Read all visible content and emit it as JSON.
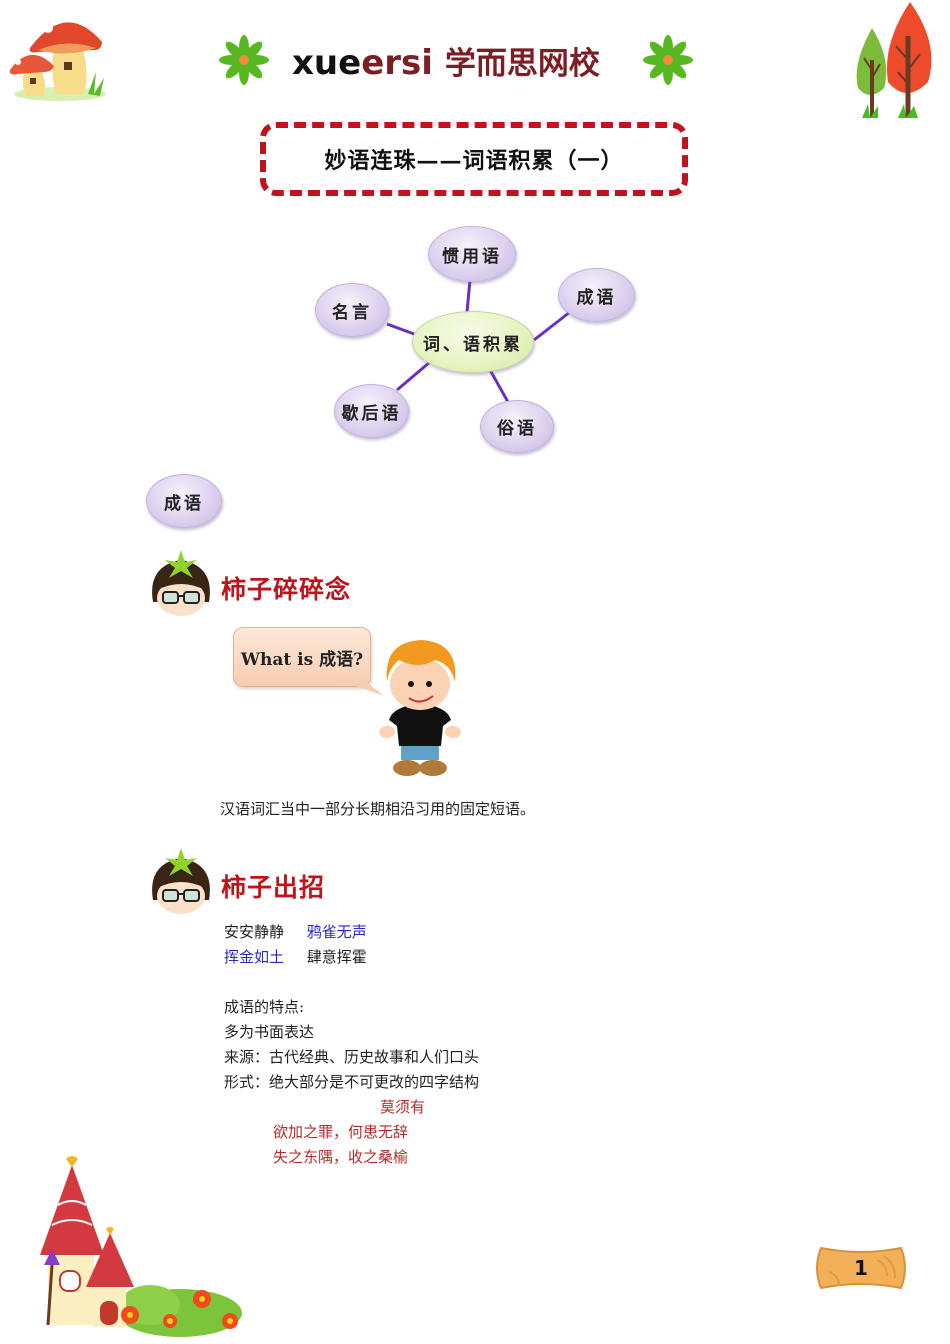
{
  "header": {
    "logo_latin_part1": "xue",
    "logo_latin_part2": "ersi",
    "logo_chinese": "学而思网校",
    "brand_color": "#7d1e24"
  },
  "title": {
    "text": "妙语连珠——词语积累（一）",
    "border_color": "#c0141c"
  },
  "mind_map": {
    "center": "词、语积累",
    "nodes": [
      "惯用语",
      "成语",
      "俗语",
      "歇后语",
      "名言"
    ]
  },
  "topic_bubble": "成语",
  "section1": {
    "title": "柿子碎碎念",
    "speech": "What is 成语?",
    "definition": "汉语词汇当中一部分长期相沿习用的固定短语。"
  },
  "section2": {
    "title": "柿子出招",
    "examples": [
      [
        {
          "text": "安安静静",
          "color": "black"
        },
        {
          "text": "鸦雀无声",
          "color": "blue"
        }
      ],
      [
        {
          "text": "挥金如土",
          "color": "blue"
        },
        {
          "text": "肆意挥霍",
          "color": "black"
        }
      ]
    ],
    "features_heading": "成语的特点:",
    "features": [
      "多为书面表达",
      "来源：古代经典、历史故事和人们口头",
      "形式：绝大部分是不可更改的四字结构"
    ],
    "red_examples": [
      "莫须有",
      "欲加之罪，何患无辞",
      "失之东隅，收之桑榆"
    ]
  },
  "footer": {
    "page_number": "1"
  }
}
